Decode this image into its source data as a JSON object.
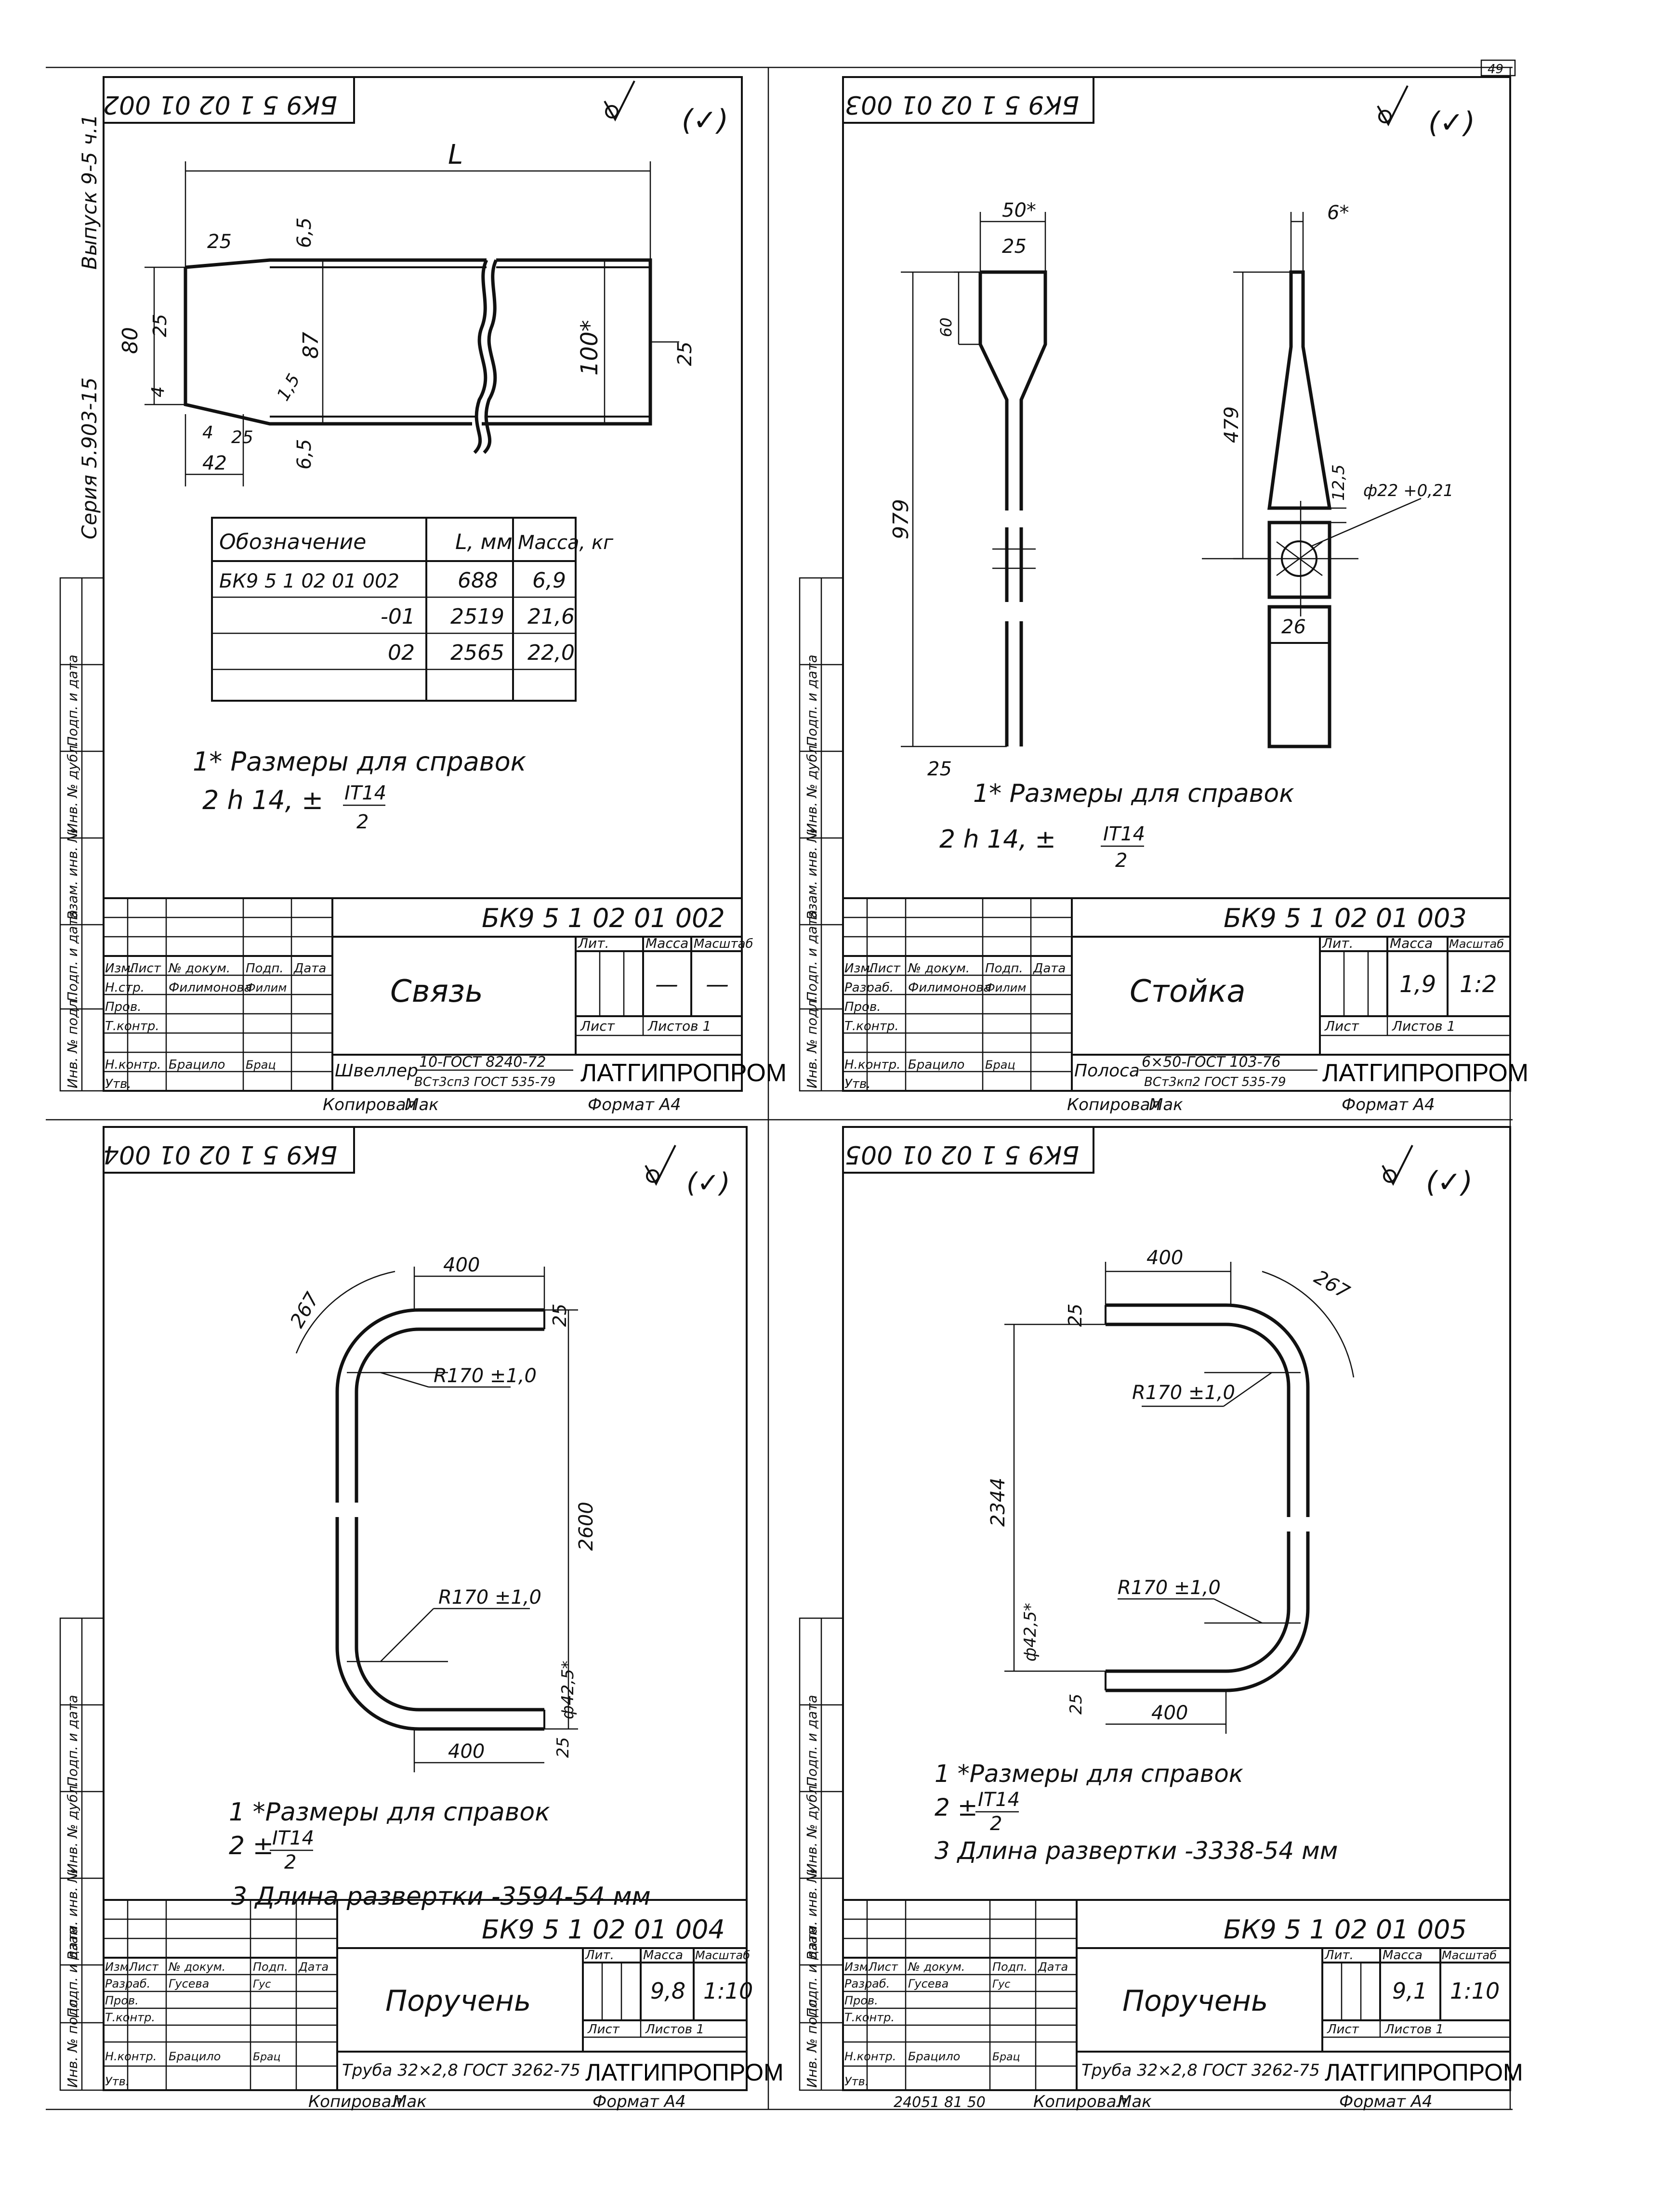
{
  "page_number": "49",
  "side_text": {
    "series": "Серия 5.903-15",
    "issue": "Выпуск 9-5 ч.1"
  },
  "stub_labels": [
    "Инв. № подл.",
    "Подп. и дата",
    "Взам. инв. №",
    "Инв. № дубл.",
    "Подп. и дата"
  ],
  "sheets": [
    {
      "id": "sheet-002",
      "code_top": "БК9 5 1 02 01 002",
      "roughness": "(✓)",
      "dims": {
        "L": "L",
        "s25a": "25",
        "d65a": "6,5",
        "d80": "80",
        "d87": "87",
        "d100": "100*",
        "s25b": "25",
        "d4a": "4",
        "d4b": "4",
        "s25c": "25",
        "d15": "1,5",
        "d42": "42",
        "d65b": "6,5",
        "s25d": "25"
      },
      "table_headers": [
        "Обозначение",
        "L, мм",
        "Масса, кг"
      ],
      "table_rows": [
        [
          "БК9 5 1 02 01 002",
          "688",
          "6,9"
        ],
        [
          "-01",
          "2519",
          "21,6"
        ],
        [
          "02",
          "2565",
          "22,0"
        ]
      ],
      "notes": [
        "1* Размеры для справок",
        "2 h 14, ±",
        "IT14",
        "2"
      ],
      "title": {
        "code": "БК9 5 1 02 01 002",
        "name": "Связь",
        "heads": [
          "Изм.",
          "Лист",
          "№ докум.",
          "Подп.",
          "Дата"
        ],
        "people": [
          [
            "Н.стр.",
            "Филимонова",
            "Филим"
          ],
          [
            "Пров.",
            "",
            ""
          ],
          [
            "Т.контр.",
            "",
            ""
          ],
          [
            "Н.контр.",
            "Брацило",
            "Брац"
          ],
          [
            "Утв.",
            "",
            ""
          ]
        ],
        "lit_label": "Лит.",
        "mass_label": "Масса",
        "scale_label": "Масштаб",
        "mass": "—",
        "scale": "—",
        "sheet_label": "Лист",
        "sheets_label": "Листов 1",
        "material": "Швеллер",
        "material_top": "10-ГОСТ 8240-72",
        "material_bot": "ВСт3сп3 ГОСТ 535-79",
        "org": "ЛАТГИПРОПРОМ"
      },
      "footer_copy": "Копировал",
      "footer_copy_sig": "Мак",
      "footer_format": "Формат А4"
    },
    {
      "id": "sheet-003",
      "code_top": "БК9 5 1 02 01 003",
      "roughness": "(✓)",
      "dims": {
        "d50": "50*",
        "s25a": "25",
        "d60": "60",
        "d979": "979",
        "d6": "6*",
        "d479": "479",
        "d125": "12,5",
        "phi": "ф22 +0,21",
        "d26": "26",
        "s25b": "25"
      },
      "notes": [
        "1* Размеры для справок",
        "2 h 14, ±",
        "IT14",
        "2"
      ],
      "title": {
        "code": "БК9 5 1 02 01 003",
        "name": "Стойка",
        "heads": [
          "Изм.",
          "Лист",
          "№ докум.",
          "Подп.",
          "Дата"
        ],
        "people": [
          [
            "Разраб.",
            "Филимонова",
            "Филим"
          ],
          [
            "Пров.",
            "",
            ""
          ],
          [
            "Т.контр.",
            "",
            ""
          ],
          [
            "Н.контр.",
            "Брацило",
            "Брац"
          ],
          [
            "Утв.",
            "",
            ""
          ]
        ],
        "lit_label": "Лит.",
        "mass_label": "Масса",
        "scale_label": "Масштаб",
        "mass": "1,9",
        "scale": "1:2",
        "sheet_label": "Лист",
        "sheets_label": "Листов 1",
        "material": "Полоса",
        "material_top": "6×50-ГОСТ 103-76",
        "material_bot": "ВСт3кп2 ГОСТ 535-79",
        "org": "ЛАТГИПРОПРОМ"
      },
      "footer_copy": "Копировал",
      "footer_copy_sig": "Мак",
      "footer_format": "Формат А4"
    },
    {
      "id": "sheet-004",
      "code_top": "БК9 5 1 02 01 004",
      "roughness": "(✓)",
      "dims": {
        "d400a": "400",
        "s25a": "25",
        "arc": "267",
        "r1": "R170 ±1,0",
        "d2600": "2600",
        "r2": "R170 ±1,0",
        "phi": "ф42,5*",
        "d400b": "400",
        "s25b": "25"
      },
      "notes": [
        "1 *Размеры для справок",
        "2 ±",
        "IT14",
        "2",
        "3  Длина развертки -3594-54 мм"
      ],
      "title": {
        "code": "БК9 5 1 02 01 004",
        "name": "Поручень",
        "heads": [
          "Изм.",
          "Лист",
          "№ докум.",
          "Подп.",
          "Дата"
        ],
        "people": [
          [
            "Разраб.",
            "Гусева",
            "Гус"
          ],
          [
            "Пров.",
            "",
            ""
          ],
          [
            "Т.контр.",
            "",
            ""
          ],
          [
            "Н.контр.",
            "Брацило",
            "Брац"
          ],
          [
            "Утв.",
            "",
            ""
          ]
        ],
        "lit_label": "Лит.",
        "mass_label": "Масса",
        "scale_label": "Масштаб",
        "mass": "9,8",
        "scale": "1:10",
        "sheet_label": "Лист",
        "sheets_label": "Листов 1",
        "material": "Труба 32×2,8 ГОСТ 3262-75",
        "material_top": "",
        "material_bot": "",
        "org": "ЛАТГИПРОПРОМ"
      },
      "footer_copy": "Копировал",
      "footer_copy_sig": "Мак",
      "footer_format": "Формат А4"
    },
    {
      "id": "sheet-005",
      "code_top": "БК9 5 1 02 01 005",
      "roughness": "(✓)",
      "dims": {
        "d400a": "400",
        "s25a": "25",
        "arc": "267",
        "r1": "R170 ±1,0",
        "d2344": "2344",
        "r2": "R170 ±1,0",
        "phi": "ф42,5*",
        "d400b": "400",
        "s25b": "25"
      },
      "notes": [
        "1 *Размеры   для справок",
        "2 ±",
        "IT14",
        "2",
        "3  Длина  развертки  -3338-54 мм"
      ],
      "title": {
        "code": "БК9 5 1 02 01 005",
        "name": "Поручень",
        "heads": [
          "Изм.",
          "Лист",
          "№ докум.",
          "Подп.",
          "Дата"
        ],
        "people": [
          [
            "Разраб.",
            "Гусева",
            "Гус"
          ],
          [
            "Пров.",
            "",
            ""
          ],
          [
            "Т.контр.",
            "",
            ""
          ],
          [
            "Н.контр.",
            "Брацило",
            "Брац"
          ],
          [
            "Утв.",
            "",
            ""
          ]
        ],
        "lit_label": "Лит.",
        "mass_label": "Масса",
        "scale_label": "Масштаб",
        "mass": "9,1",
        "scale": "1:10",
        "sheet_label": "Лист",
        "sheets_label": "Листов 1",
        "material": "Труба 32×2,8 ГОСТ 3262-75",
        "material_top": "",
        "material_bot": "",
        "org": "ЛАТГИПРОПРОМ"
      },
      "footer_copy": "Копировал",
      "footer_copy_sig": "Мак",
      "footer_format": "Формат А4",
      "footer_extra": "24051  81  50"
    }
  ]
}
